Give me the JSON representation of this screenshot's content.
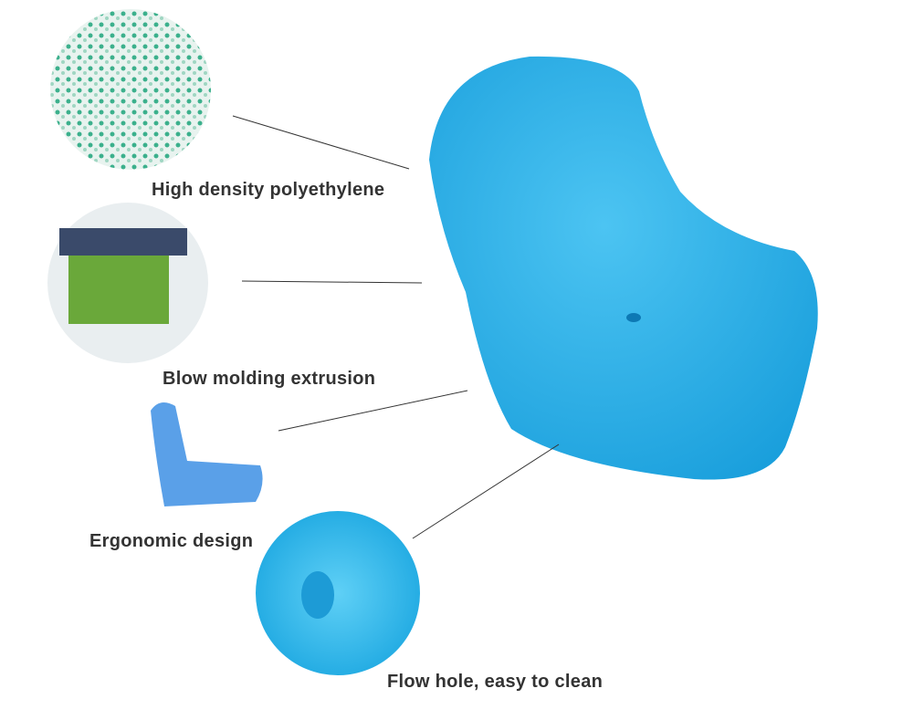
{
  "labels": {
    "material": "High density polyethylene",
    "process": "Blow molding extrusion",
    "design": "Ergonomic design",
    "hole": "Flow hole, easy to clean"
  },
  "colors": {
    "seat": "#2bb4ec",
    "text": "#333333"
  }
}
